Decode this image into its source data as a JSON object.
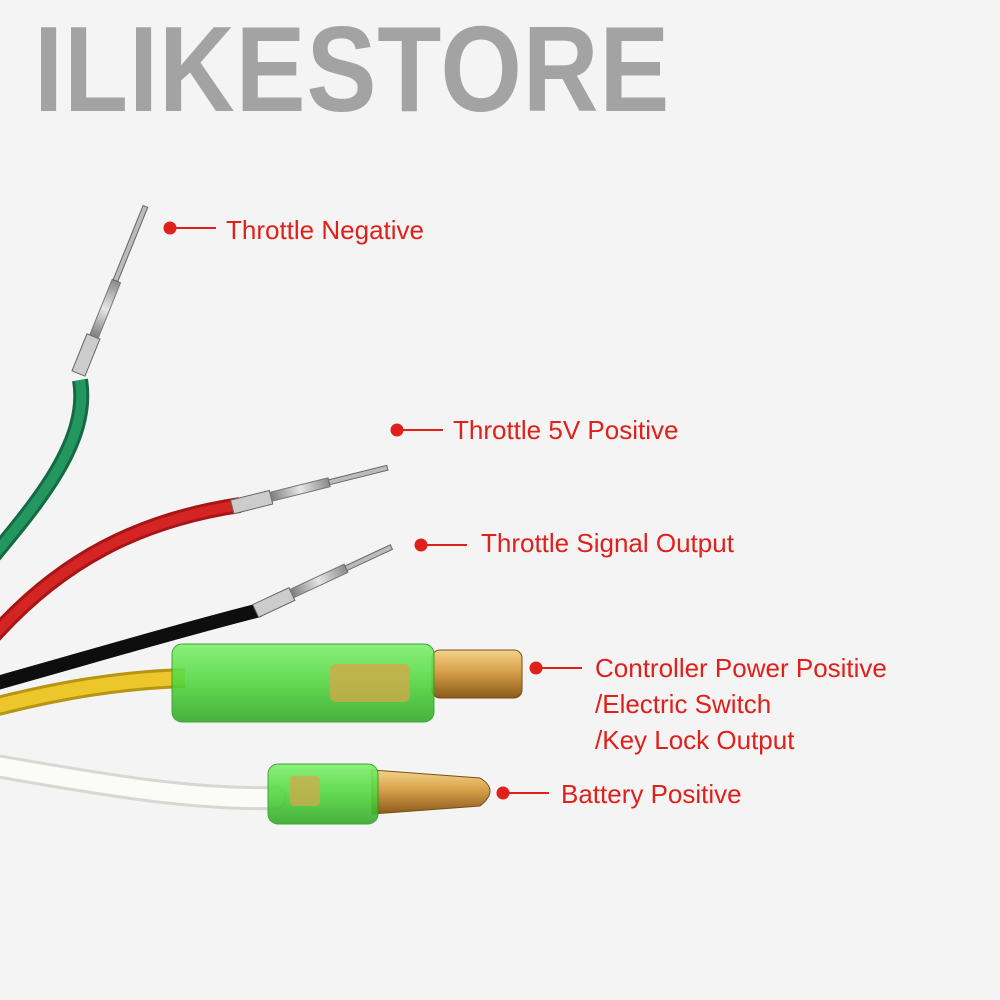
{
  "watermark": "ILIKESTORE",
  "labels": {
    "throttle_negative": "Throttle Negative",
    "throttle_5v_positive": "Throttle 5V Positive",
    "throttle_signal_output": "Throttle Signal Output",
    "controller_power": {
      "line1": "Controller Power Positive",
      "line2": "/Electric Switch",
      "line3": "/Key Lock Output"
    },
    "battery_positive": "Battery Positive"
  },
  "colors": {
    "label": "#e0201a",
    "watermark": "#a3a3a3",
    "wire_green": "#1e8a5a",
    "wire_red": "#cc1f1f",
    "wire_black": "#151515",
    "wire_yellow": "#e8c21a",
    "wire_white": "#f7f7f2",
    "sleeve": "#5be04a",
    "brass": "#d9a54a"
  }
}
